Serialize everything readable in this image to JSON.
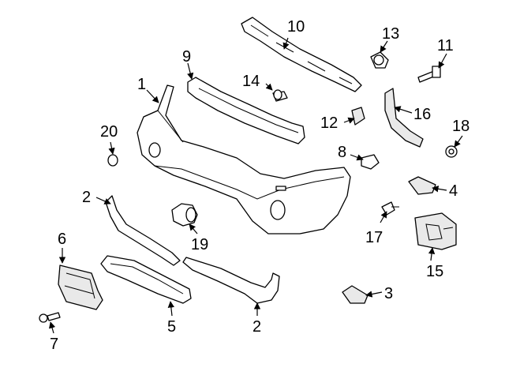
{
  "diagram": {
    "callouts": [
      "1",
      "2",
      "2",
      "3",
      "4",
      "5",
      "6",
      "7",
      "8",
      "9",
      "10",
      "11",
      "12",
      "13",
      "14",
      "15",
      "16",
      "17",
      "18",
      "19",
      "20"
    ]
  },
  "colors": {
    "line": "#000000",
    "background": "#ffffff",
    "shade": "#e9e9e9"
  }
}
